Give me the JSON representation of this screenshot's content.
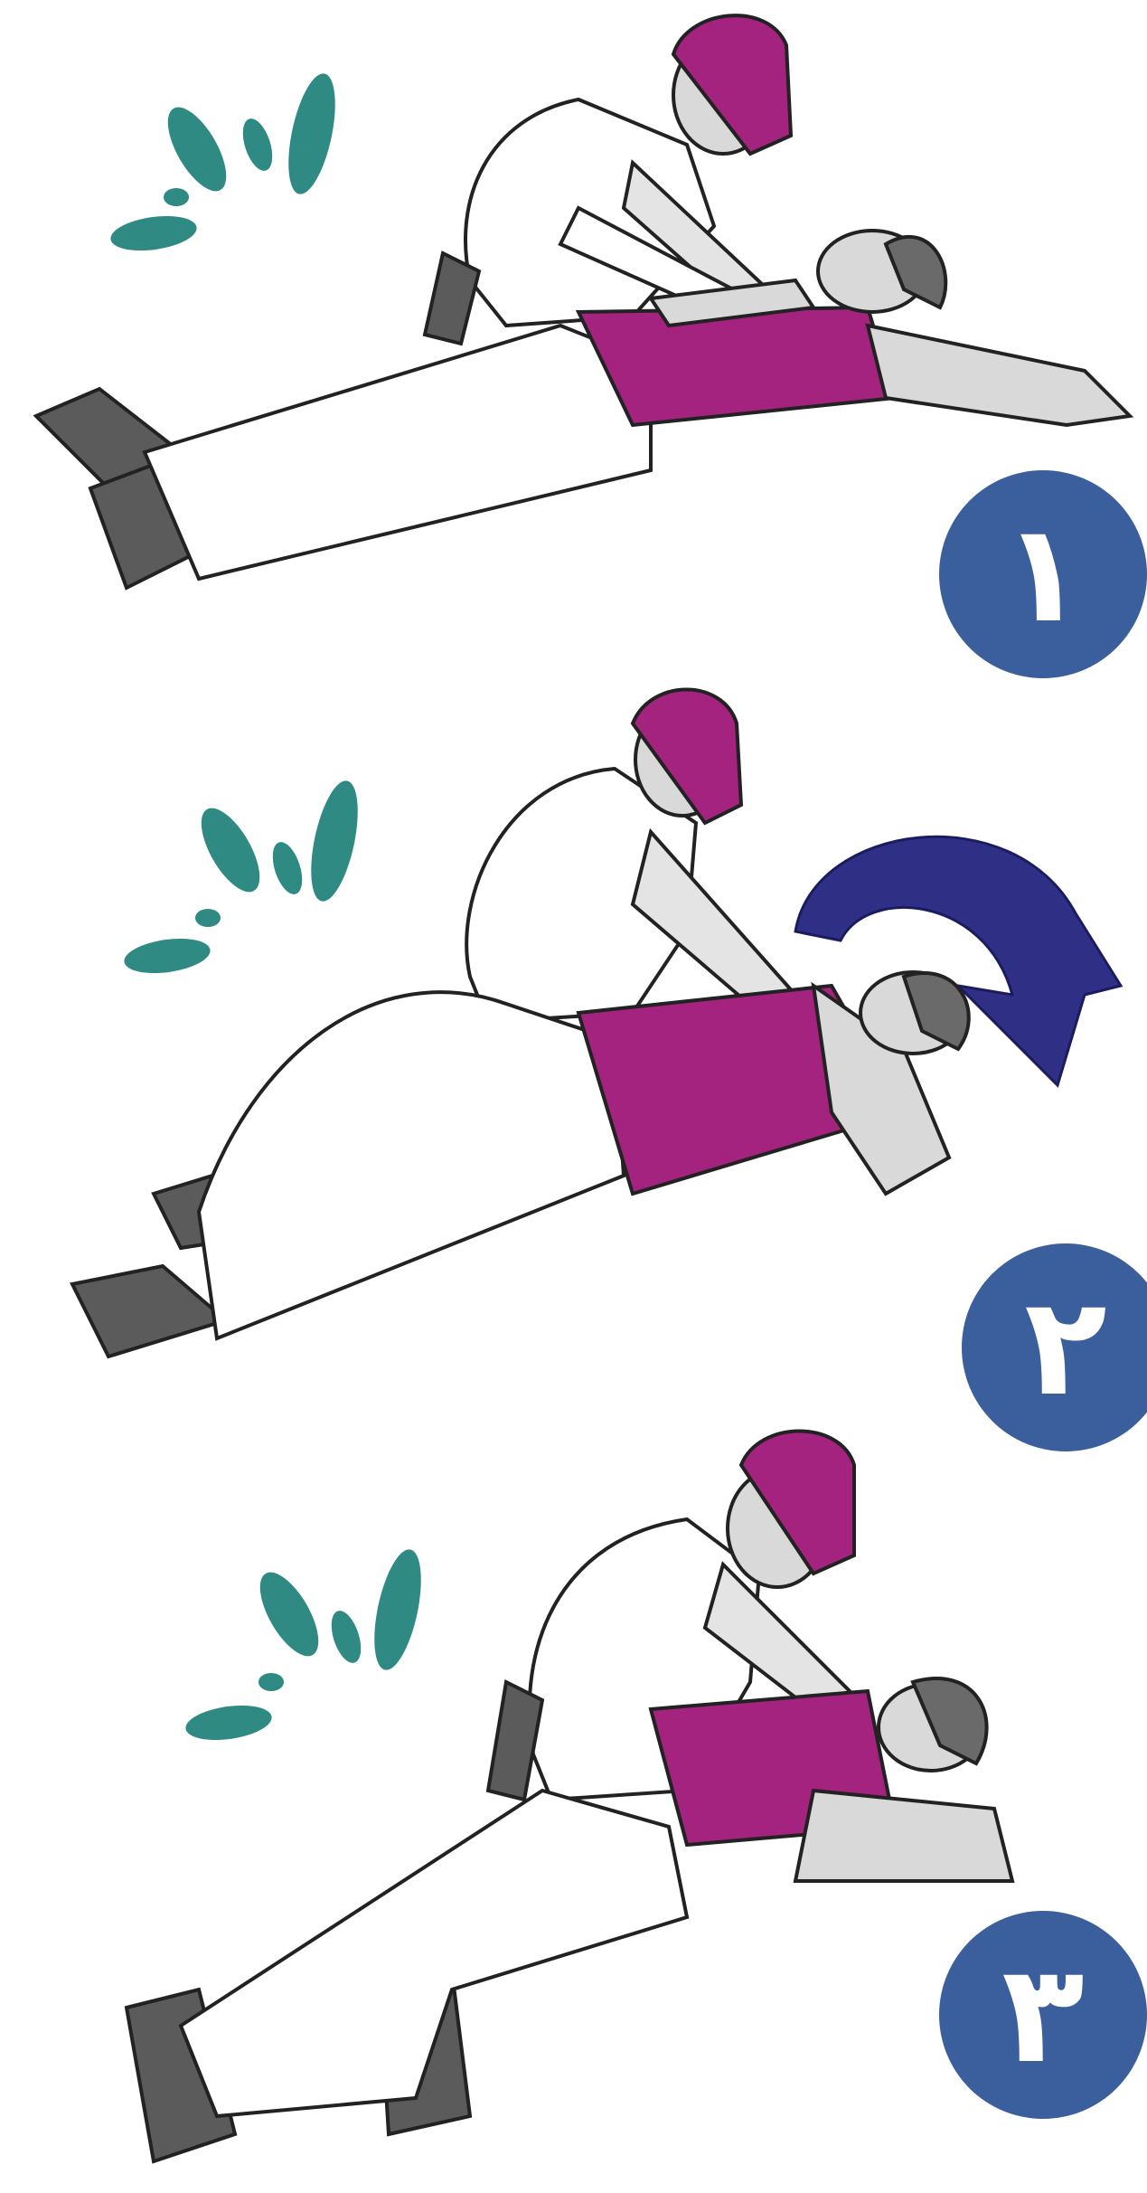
{
  "steps": [
    {
      "number": "١",
      "description_hidden": ""
    },
    {
      "number": "٢",
      "description_hidden": ""
    },
    {
      "number": "٣",
      "description_hidden": ""
    }
  ],
  "colors": {
    "badge": "#3a5f9c",
    "shirt": "#a3237f",
    "cap": "#a3237f",
    "attention_marks": "#2e8a82",
    "arrow": "#2f2f86",
    "skin": "#d9d9d9",
    "boots": "#5b5b5b"
  },
  "icons": [
    "attention-lines-icon",
    "rotate-arrow-icon"
  ]
}
